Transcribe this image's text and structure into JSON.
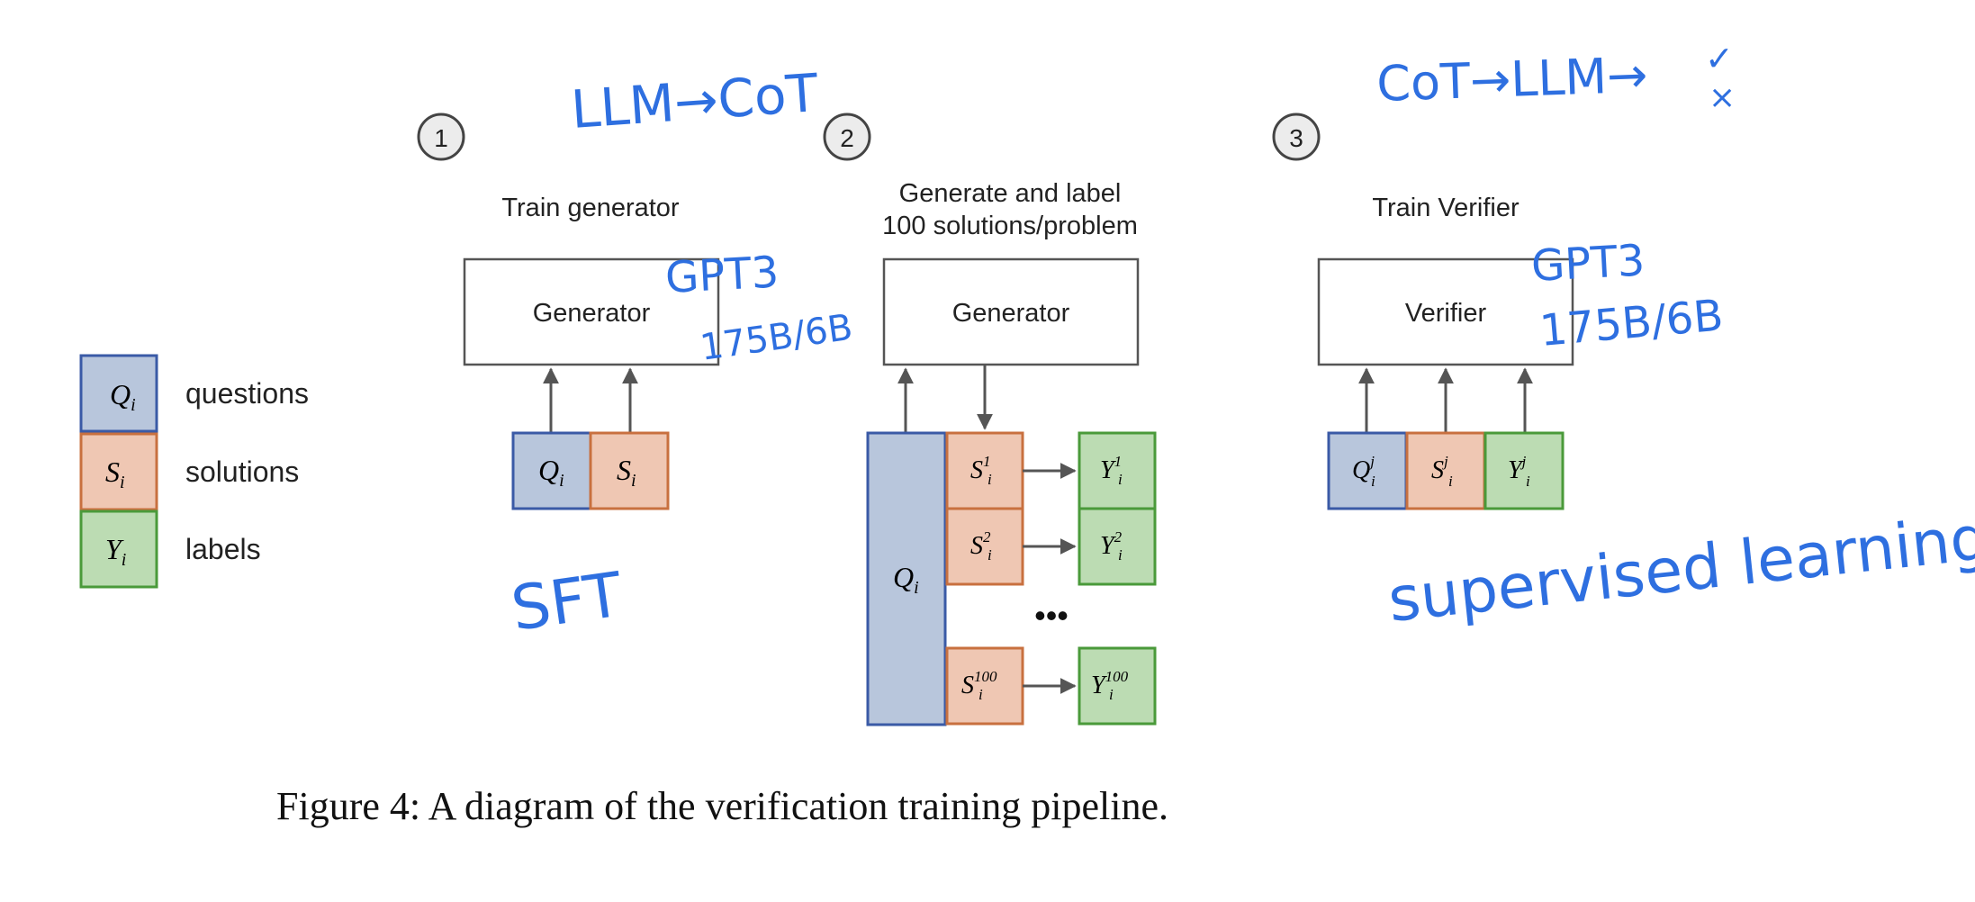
{
  "colors": {
    "question_fill": "#b8c6dc",
    "question_stroke": "#3a5aa6",
    "solution_fill": "#efc7b3",
    "solution_stroke": "#c8703f",
    "label_fill": "#bcdcb3",
    "label_stroke": "#4a9a3a",
    "arrow": "#555555",
    "ink": "#2e6fe0"
  },
  "legend": [
    {
      "sym": "Q",
      "sub": "i",
      "text": "questions"
    },
    {
      "sym": "S",
      "sub": "i",
      "text": "solutions"
    },
    {
      "sym": "Y",
      "sub": "i",
      "text": "labels"
    }
  ],
  "steps": [
    {
      "num": "1",
      "title_lines": [
        "Train generator"
      ],
      "box": "Generator"
    },
    {
      "num": "2",
      "title_lines": [
        "Generate and label",
        "100 solutions/problem"
      ],
      "box": "Generator"
    },
    {
      "num": "3",
      "title_lines": [
        "Train Verifier"
      ],
      "box": "Verifier"
    }
  ],
  "step1_inputs": [
    {
      "sym": "Q",
      "sub": "i",
      "kind": "question"
    },
    {
      "sym": "S",
      "sub": "i",
      "kind": "solution"
    }
  ],
  "step2": {
    "question": {
      "sym": "Q",
      "sub": "i"
    },
    "rows": [
      {
        "s_sym": "S",
        "s_sub": "i",
        "s_sup": "1",
        "y_sym": "Y",
        "y_sub": "i",
        "y_sup": "1"
      },
      {
        "s_sym": "S",
        "s_sub": "i",
        "s_sup": "2",
        "y_sym": "Y",
        "y_sub": "i",
        "y_sup": "2"
      },
      {
        "s_sym": "S",
        "s_sub": "i",
        "s_sup": "100",
        "y_sym": "Y",
        "y_sub": "i",
        "y_sup": "100"
      }
    ],
    "ellipsis": "•••"
  },
  "step3_inputs": [
    {
      "sym": "Q",
      "sub": "i",
      "sup": "j",
      "kind": "question"
    },
    {
      "sym": "S",
      "sub": "i",
      "sup": "j",
      "kind": "solution"
    },
    {
      "sym": "Y",
      "sub": "i",
      "sup": "j",
      "kind": "label"
    }
  ],
  "caption": "Figure 4: A diagram of the verification training pipeline.",
  "annotations": {
    "llm_cot": "LLM→CoT",
    "gpt3_a": "GPT3",
    "size_a": "175B/6B",
    "sft": "SFT",
    "cot_llm": "CoT→LLM→",
    "check": "✓",
    "cross": "×",
    "gpt3_b": "GPT3",
    "size_b": "175B/6B",
    "supervised": "supervised learning"
  }
}
